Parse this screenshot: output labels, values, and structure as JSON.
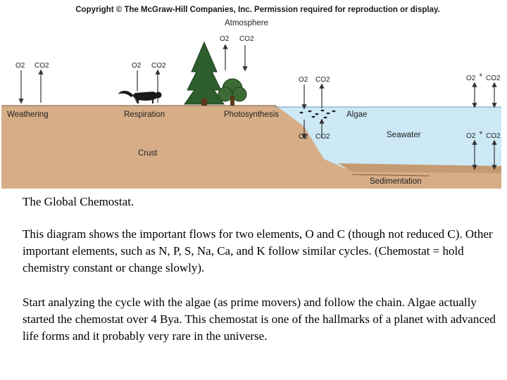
{
  "figure": {
    "copyright": "Copyright © The McGraw-Hill Companies, Inc. Permission required for reproduction or display.",
    "atmosphere": "Atmosphere",
    "labels": {
      "weathering": "Weathering",
      "respiration": "Respiration",
      "photosynthesis": "Photosynthesis",
      "algae": "Algae",
      "seawater": "Seawater",
      "crust": "Crust",
      "sedimentation": "Sedimentation"
    },
    "gases": {
      "o2": "O2",
      "co2": "CO2",
      "plus": "+"
    }
  },
  "caption": {
    "title": "The Global Chemostat.",
    "paragraph1": "This diagram shows the important flows for two elements, O and C (though not reduced C). Other important elements, such as N, P, S, Na, Ca, and K follow similar cycles. (Chemostat = hold chemistry constant or change slowly).",
    "paragraph2": "Start analyzing the cycle with the algae (as prime movers) and follow the chain. Algae actually started the chemostat over 4 Bya. This chemostat is one of the hallmarks of a planet with advanced life forms and it probably very rare in the universe."
  },
  "colors": {
    "crust": "#d6ad87",
    "seawater": "#cde9f6",
    "sediment": "#c49a72"
  }
}
